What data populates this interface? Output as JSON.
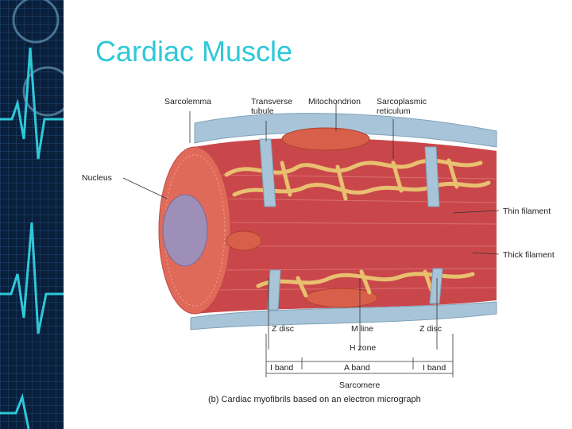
{
  "slide": {
    "title": "Cardiac Muscle"
  },
  "sidebar": {
    "accent": "#2ec8d8",
    "background": "#0a1f3a",
    "icon": "ecg-heartbeat-icon"
  },
  "diagram": {
    "labels": {
      "sarcolemma": "Sarcolemma",
      "transverse_tubule_1": "Transverse",
      "transverse_tubule_2": "tubule",
      "mitochondrion": "Mitochondrion",
      "sarcoplasmic_1": "Sarcoplasmic",
      "sarcoplasmic_2": "reticulum",
      "nucleus": "Nucleus",
      "thin_filament": "Thin filament",
      "thick_filament": "Thick filament",
      "z_disc_left": "Z disc",
      "m_line": "M line",
      "z_disc_right": "Z disc",
      "h_zone": "H zone",
      "i_band_left": "I band",
      "a_band": "A band",
      "i_band_right": "I band",
      "sarcomere": "Sarcomere"
    },
    "caption": "(b) Cardiac myofibrils based on an electron micrograph",
    "colors": {
      "muscle": "#c9474a",
      "reticulum": "#e8c070",
      "ttubule": "#a8c4d8",
      "mitochondria": "#d8604a",
      "nucleus": "#9e8fb8"
    }
  }
}
